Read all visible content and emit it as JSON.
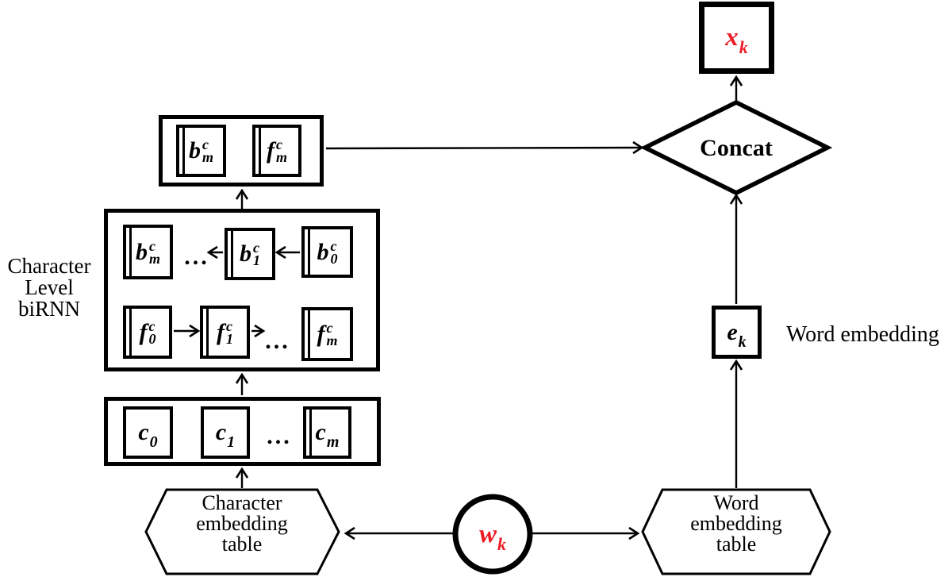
{
  "labels": {
    "char_level_birnn": [
      "Character",
      "Level",
      "biRNN"
    ],
    "concat": "Concat",
    "word_embedding": "Word embedding",
    "char_table": [
      "Character",
      "embedding",
      "table"
    ],
    "word_table": [
      "Word",
      "embedding",
      "table"
    ],
    "ellipsis": "..."
  },
  "nodes": {
    "xk": {
      "base": "x",
      "sub": "k"
    },
    "wk": {
      "base": "w",
      "sub": "k"
    },
    "ek": {
      "base": "e",
      "sub": "k"
    },
    "out_b": {
      "base": "b",
      "sup": "c",
      "sub": "m"
    },
    "out_f": {
      "base": "f",
      "sup": "c",
      "sub": "m"
    },
    "b_m": {
      "base": "b",
      "sup": "c",
      "sub": "m"
    },
    "b_1": {
      "base": "b",
      "sup": "c",
      "sub": "1"
    },
    "b_0": {
      "base": "b",
      "sup": "c",
      "sub": "0"
    },
    "f_0": {
      "base": "f",
      "sup": "c",
      "sub": "0"
    },
    "f_1": {
      "base": "f",
      "sup": "c",
      "sub": "1"
    },
    "f_m": {
      "base": "f",
      "sup": "c",
      "sub": "m"
    },
    "c_0": {
      "base": "c",
      "sub": "0"
    },
    "c_1": {
      "base": "c",
      "sub": "1"
    },
    "c_m": {
      "base": "c",
      "sub": "m"
    }
  },
  "colors": {
    "accent_red": "#ec1c24",
    "line": "#000000",
    "background": "#ffffff"
  }
}
